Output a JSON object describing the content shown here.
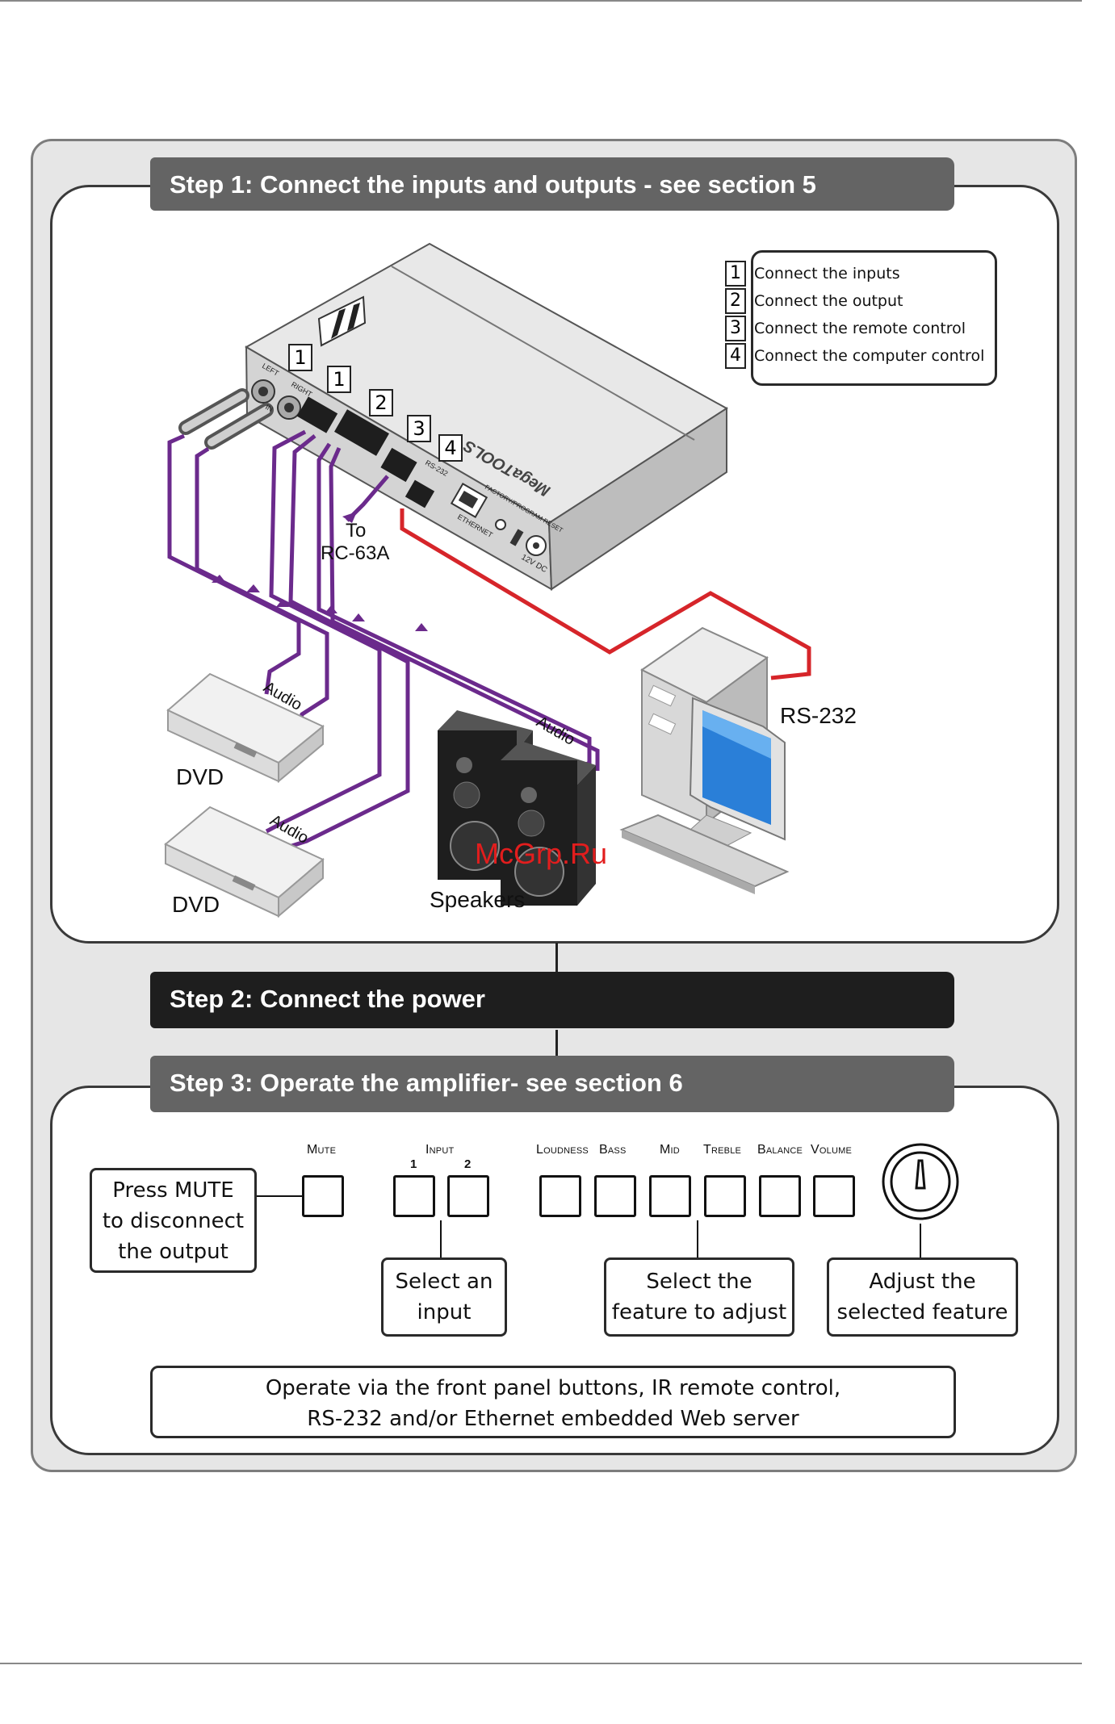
{
  "step1": {
    "title": "Step 1: Connect the inputs and outputs - see section 5"
  },
  "step2": {
    "title": "Step 2: Connect the power"
  },
  "step3": {
    "title": "Step 3: Operate the amplifier- see section 6"
  },
  "legend": {
    "items": [
      {
        "num": "1",
        "text": "Connect the inputs"
      },
      {
        "num": "2",
        "text": "Connect the output"
      },
      {
        "num": "3",
        "text": "Connect the remote control"
      },
      {
        "num": "4",
        "text": "Connect the computer control"
      }
    ]
  },
  "diagram": {
    "tags": [
      "1",
      "1",
      "2",
      "3",
      "4"
    ],
    "to_label": "To",
    "rc_label": "RC-63A",
    "rs232_label": "RS-232",
    "dvd1_label": "DVD",
    "dvd2_label": "DVD",
    "speakers_label": "Speakers",
    "audio1": "Audio",
    "audio2": "Audio",
    "audio3": "Audio",
    "brand": "MegaTOOLS",
    "watermark": "McGrp.Ru",
    "device_labels": {
      "left": "LEFT",
      "right": "RIGHT",
      "in": "IN",
      "ethernet": "ETHERNET",
      "rs232": "RS-232",
      "power": "12V DC",
      "reset": "FACTORY/PROGRAM RESET"
    }
  },
  "panel": {
    "mute": "Mute",
    "input": "Input",
    "input1": "1",
    "input2": "2",
    "loudness": "Loudness",
    "bass": "Bass",
    "mid": "Mid",
    "treble": "Treble",
    "balance": "Balance",
    "volume": "Volume"
  },
  "callouts": {
    "mute": [
      "Press MUTE",
      "to disconnect",
      "the output"
    ],
    "input": [
      "Select an",
      "input"
    ],
    "feature": [
      "Select the",
      "feature to adjust"
    ],
    "adjust": [
      "Adjust the",
      "selected feature"
    ]
  },
  "footer": [
    "Operate via the front panel buttons, IR remote control,",
    "RS-232 and/or Ethernet embedded Web server"
  ],
  "colors": {
    "cable_purple": "#6b2a8c",
    "cable_red": "#d6252a",
    "banner_grey": "#646464",
    "banner_black": "#1e1e1e"
  }
}
